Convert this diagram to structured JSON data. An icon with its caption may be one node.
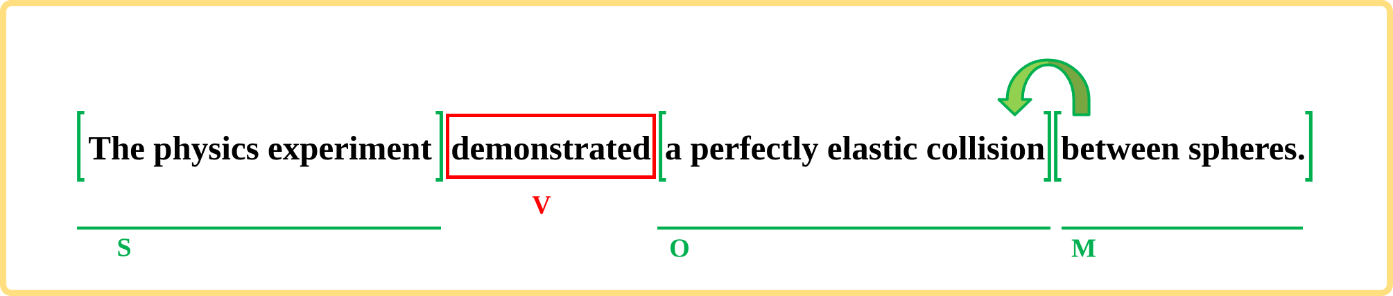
{
  "diagram": {
    "nodes": [
      {
        "text": [
          "The physics experiment"
        ],
        "beside": [
          "S"
        ]
      },
      {
        "text": [
          "demonstrated"
        ],
        "beside": [
          "V"
        ]
      },
      {
        "text": [
          "a perfectly elastic collision"
        ],
        "beside": [
          "O"
        ]
      },
      {
        "text": [
          "between spheres."
        ],
        "beside": [
          "M"
        ]
      }
    ],
    "edges": [
      {
        "from": 3,
        "to": 2,
        "arrow": "to"
      }
    ]
  }
}
